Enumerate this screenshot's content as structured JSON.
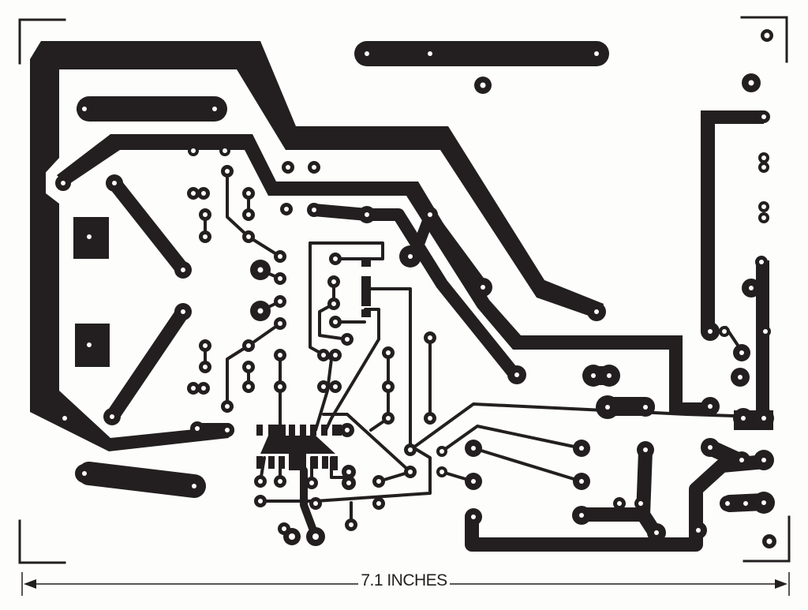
{
  "diagram": {
    "type": "printed-circuit-board foil pattern",
    "ink_color": "#231f20",
    "background_color": "#fdfdfb",
    "dimension": {
      "label": "7.1 INCHES",
      "orientation": "horizontal",
      "arrows": "both-ends"
    },
    "corner_marks": [
      "top-left",
      "top-right",
      "bottom-left",
      "bottom-right"
    ],
    "features": {
      "wide_power_traces": 6,
      "square_pads": 2,
      "ic_footprint": "SMD 16-pin (two rows of 8)",
      "ic_pad_count": 16
    }
  }
}
